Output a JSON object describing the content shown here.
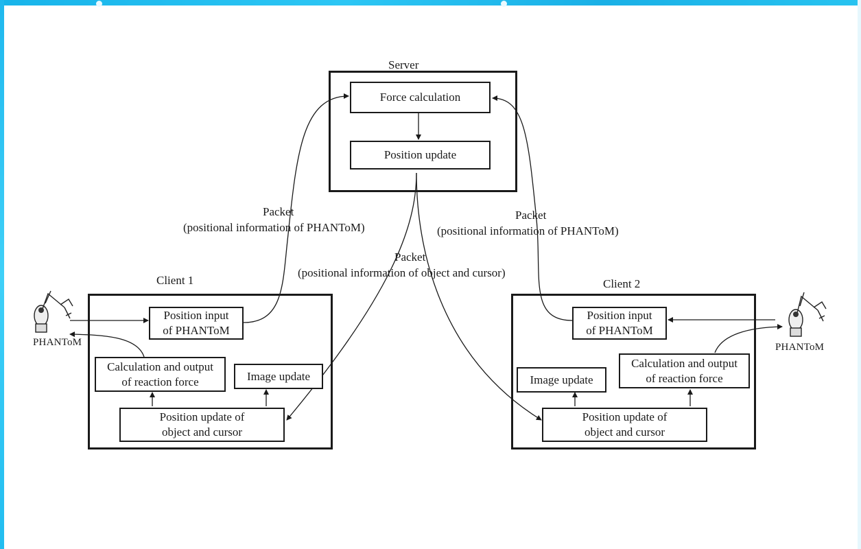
{
  "colors": {
    "frame": "#1fb8ee",
    "ink": "#1a1a1a"
  },
  "server": {
    "title": "Server",
    "force_calculation": "Force calculation",
    "position_update": "Position update"
  },
  "packets": {
    "left_title": "Packet",
    "left_desc": "(positional information of PHANToM)",
    "right_title": "Packet",
    "right_desc": "(positional information of PHANToM)",
    "center_title": "Packet",
    "center_desc": "(positional information of object and cursor)"
  },
  "client1": {
    "title": "Client 1",
    "position_input": "Position input\nof PHANToM",
    "reaction_force": "Calculation and output\nof reaction force",
    "image_update": "Image update",
    "position_update": "Position update of\nobject and cursor",
    "device_label": "PHANToM",
    "device_icon": "haptic-device-icon"
  },
  "client2": {
    "title": "Client 2",
    "position_input": "Position input\nof PHANToM",
    "reaction_force": "Calculation and output\nof reaction force",
    "image_update": "Image update",
    "position_update": "Position update of\nobject and cursor",
    "device_label": "PHANToM",
    "device_icon": "haptic-device-icon"
  }
}
